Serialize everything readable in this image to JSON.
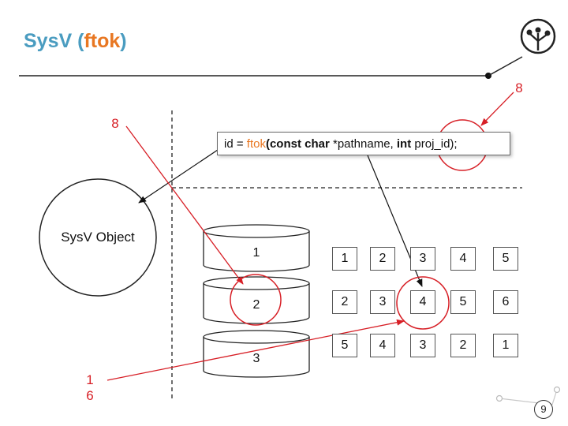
{
  "title": {
    "main": "SysV (",
    "accent": "ftok",
    "close": ")"
  },
  "code": {
    "prefix": "id = ",
    "func": "ftok",
    "open": "(",
    "kw1": "const char",
    "mid": " *pathname, ",
    "kw2": "int",
    "suffix": " proj_id);"
  },
  "object_label": "SysV Object",
  "cylinders": [
    "1",
    "2",
    "3"
  ],
  "grid": [
    [
      "1",
      "2",
      "3",
      "4",
      "5"
    ],
    [
      "2",
      "3",
      "4",
      "5",
      "6"
    ],
    [
      "5",
      "4",
      "3",
      "2",
      "1"
    ]
  ],
  "annotations": {
    "top_left": "8",
    "top_right": "8",
    "bottom_left": "1\n6"
  },
  "page_number": "9",
  "colors": {
    "title": "#4a9cc0",
    "accent": "#e87722",
    "annotation": "#d71f26"
  },
  "logo_icon": "tree-branch-icon"
}
